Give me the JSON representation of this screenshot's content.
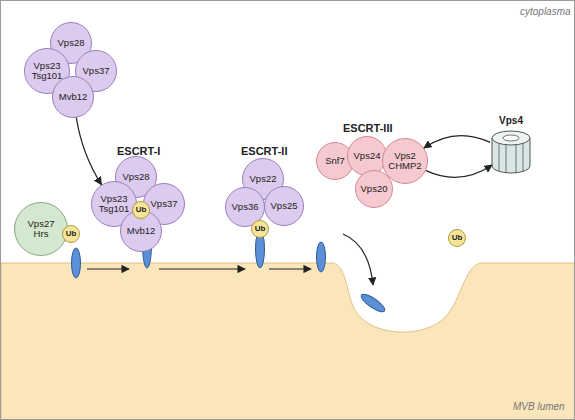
{
  "diagram": {
    "nodes": [
      {
        "text": [
          "Vps28"
        ]
      },
      {
        "text": [
          "Vps23 Tsg101"
        ]
      },
      {
        "text": [
          "Vps37"
        ]
      },
      {
        "text": [
          "Mvb12"
        ]
      },
      {
        "text": [
          "Vps27 Hrs"
        ]
      },
      {
        "text": [
          "Ub"
        ]
      },
      {
        "text": [
          "Vps28"
        ]
      },
      {
        "text": [
          "Vps23 Tsg101"
        ]
      },
      {
        "text": [
          "Vps37"
        ]
      },
      {
        "text": [
          "Mvb12"
        ]
      },
      {
        "text": [
          "Ub"
        ]
      },
      {
        "text": [
          "Vps22"
        ]
      },
      {
        "text": [
          "Vps36"
        ]
      },
      {
        "text": [
          "Vps25"
        ]
      },
      {
        "text": [
          "Ub"
        ]
      },
      {
        "text": [
          "Snf7"
        ]
      },
      {
        "text": [
          "Vps24"
        ]
      },
      {
        "text": [
          "Vps2 CHMP2"
        ]
      },
      {
        "text": [
          "Vps20"
        ]
      },
      {
        "text": [
          "Vps4"
        ]
      },
      {
        "text": [
          "Ub"
        ]
      }
    ],
    "edges": [
      {
        "from": 3,
        "to": 7,
        "arrow": "to"
      },
      {
        "from": 19,
        "to": 17,
        "arrow": "to"
      },
      {
        "from": 17,
        "to": 19,
        "arrow": "to"
      }
    ],
    "labels": [
      "cytoplasma",
      "ESCRT-I",
      "ESCRT-II",
      "ESCRT-III",
      "MVB lumen"
    ]
  }
}
